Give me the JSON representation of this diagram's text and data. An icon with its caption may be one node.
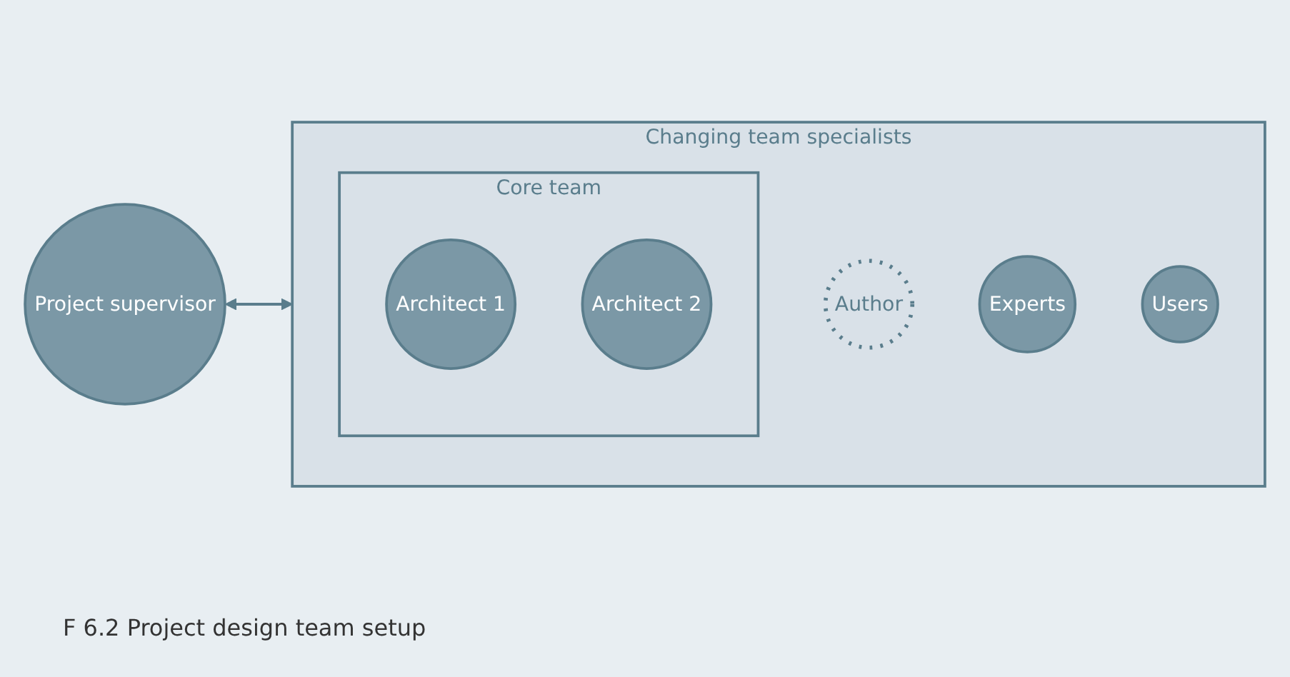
{
  "diagram": {
    "caption": "F 6.2 Project design team setup",
    "nodes": [
      {
        "text": [
          "Project supervisor"
        ]
      },
      {
        "text": [
          "Changing team specialists"
        ]
      },
      {
        "text": [
          "Core team"
        ],
        "in": 1
      },
      {
        "text": [
          "Architect 1"
        ],
        "in": 2
      },
      {
        "text": [
          "Architect 2"
        ],
        "in": 2
      },
      {
        "text": [
          "Author"
        ],
        "in": 1
      },
      {
        "text": [
          "Experts"
        ],
        "in": 1
      },
      {
        "text": [
          "Users"
        ],
        "in": 1
      }
    ],
    "edges": [
      {
        "from": 0,
        "to": 1,
        "arrow": "both"
      }
    ]
  }
}
